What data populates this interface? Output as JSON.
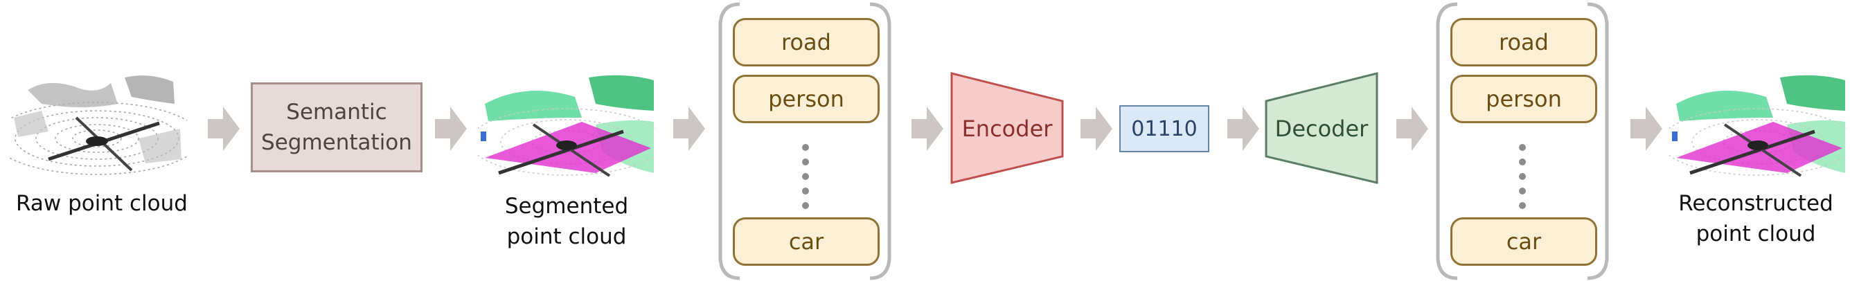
{
  "colors": {
    "arrow": "#cbc6c4",
    "bracket": "#b9b9b9",
    "dots": "#8c8c8c",
    "encoder_fill": "#f6cccb",
    "encoder_stroke": "#c0504d",
    "encoder_text": "#8a2f2c",
    "decoder_fill": "#d5e8d4",
    "decoder_stroke": "#5a7d64",
    "decoder_text": "#2f5037"
  },
  "stages": {
    "raw": {
      "label": "Raw point cloud",
      "image": "grayscale lidar point cloud thumbnail"
    },
    "semantic_segmentation": {
      "label_line1": "Semantic",
      "label_line2": "Segmentation"
    },
    "segmented": {
      "label_line1": "Segmented",
      "label_line2": "point cloud",
      "image": "colorized segmented point cloud thumbnail"
    },
    "class_group_left": {
      "items": [
        "road",
        "person",
        "car"
      ]
    },
    "encoder": {
      "label": "Encoder"
    },
    "bitstream": {
      "label": "01110"
    },
    "decoder": {
      "label": "Decoder"
    },
    "class_group_right": {
      "items": [
        "road",
        "person",
        "car"
      ]
    },
    "reconstructed": {
      "label_line1": "Reconstructed",
      "label_line2": "point cloud",
      "image": "colorized reconstructed point cloud thumbnail"
    }
  }
}
